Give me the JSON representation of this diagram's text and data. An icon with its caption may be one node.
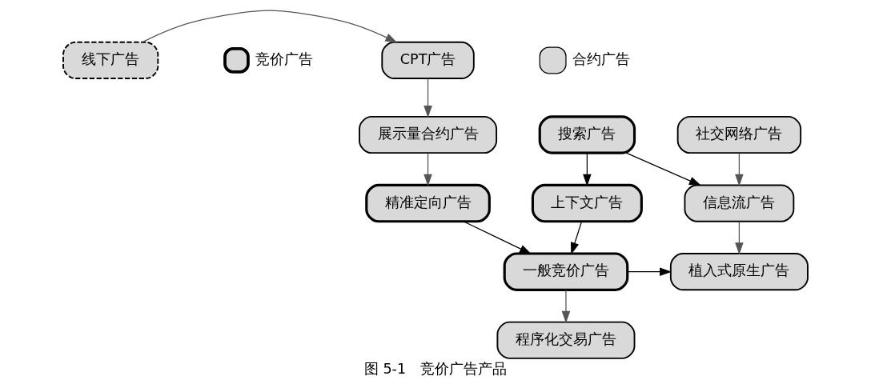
{
  "diagram": {
    "caption": "图 5-1　竞价广告产品",
    "nodes": [
      {
        "text": [
          "CPT广告"
        ]
      },
      {
        "text": [
          "线下广告"
        ]
      },
      {
        "text": [
          "展示量合约广告"
        ]
      },
      {
        "text": [
          "搜索广告"
        ]
      },
      {
        "text": [
          "社交网络广告"
        ]
      },
      {
        "text": [
          "精准定向广告"
        ]
      },
      {
        "text": [
          "上下文广告"
        ]
      },
      {
        "text": [
          "信息流广告"
        ]
      },
      {
        "text": [
          "一般竞价广告"
        ]
      },
      {
        "text": [
          "植入式原生广告"
        ]
      },
      {
        "text": [
          "程序化交易广告"
        ]
      }
    ],
    "edges": [
      {
        "from": 1,
        "to": 0,
        "arrow": "to"
      },
      {
        "from": 0,
        "to": 2,
        "arrow": "to"
      },
      {
        "from": 2,
        "to": 5,
        "arrow": "to"
      },
      {
        "from": 3,
        "to": 6,
        "arrow": "to",
        "color": "#000000"
      },
      {
        "from": 3,
        "to": 7,
        "arrow": "to",
        "color": "#000000"
      },
      {
        "from": 4,
        "to": 7,
        "arrow": "to"
      },
      {
        "from": 5,
        "to": 8,
        "arrow": "to",
        "color": "#000000"
      },
      {
        "from": 6,
        "to": 8,
        "arrow": "to",
        "color": "#000000"
      },
      {
        "from": 7,
        "to": 9,
        "arrow": "to"
      },
      {
        "from": 8,
        "to": 9,
        "arrow": "to",
        "color": "#000000"
      },
      {
        "from": 8,
        "to": 10,
        "arrow": "to"
      }
    ],
    "legend": [
      {
        "text": "竞价广告",
        "color": "#d9d9d9"
      },
      {
        "text": "合约广告",
        "color": "#d9d9d9"
      }
    ]
  }
}
